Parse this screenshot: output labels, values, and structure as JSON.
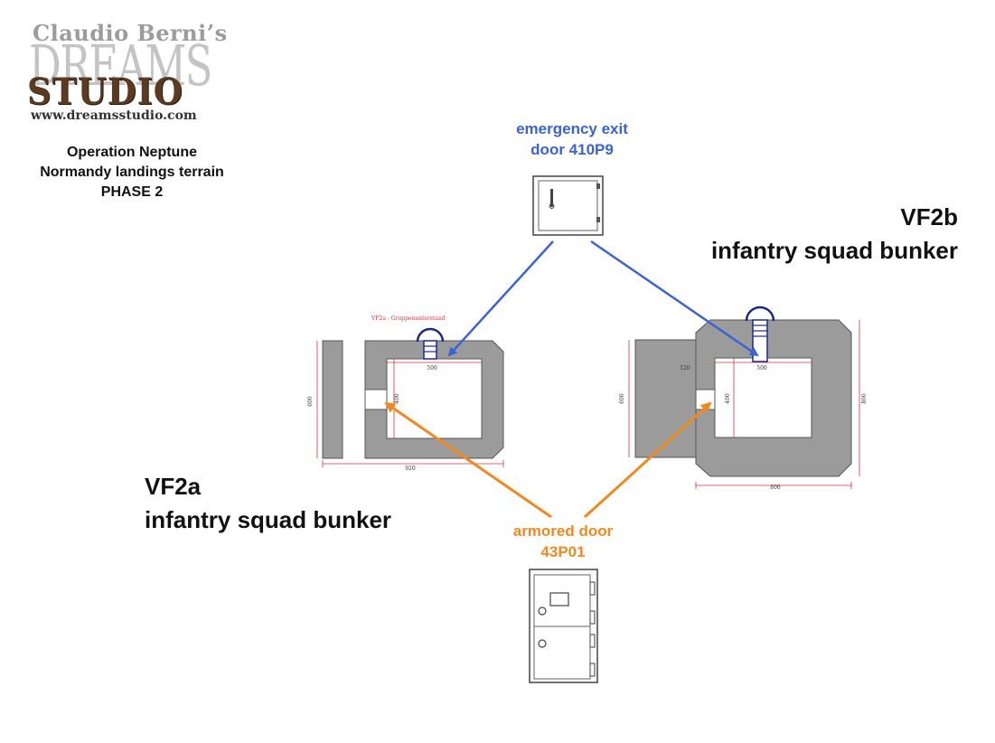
{
  "logo": {
    "author": "Claudio Berni’s",
    "brand_top": "DREAMS",
    "brand_bottom": "STUDIO",
    "url": "www.dreamsstudio.com"
  },
  "operation": {
    "line1": "Operation Neptune",
    "line2": "Normandy landings terrain",
    "line3": "PHASE 2"
  },
  "emergency_exit": {
    "line1": "emergency exit",
    "line2": "door 410P9"
  },
  "armored_door": {
    "line1": "armored door",
    "line2": "43P01"
  },
  "vf2a": {
    "code": "VF2a",
    "name": "infantry squad bunker",
    "plan_title": "VF2a - Gruppenunterstand",
    "dims": {
      "total_width": "920",
      "inner_width": "500",
      "inner_height": "400",
      "outer_height": "600"
    }
  },
  "vf2b": {
    "code": "VF2b",
    "name": "infantry squad bunker",
    "dims": {
      "total_width": "800",
      "inner_width": "500",
      "inner_height": "400",
      "outer_height": "600",
      "right_height": "800",
      "offset": "120"
    }
  },
  "colors": {
    "blue_arrow": "#3b62d6",
    "orange_arrow": "#f0891f",
    "concrete": "#9b9b9b",
    "dimension": "#d9323c"
  }
}
